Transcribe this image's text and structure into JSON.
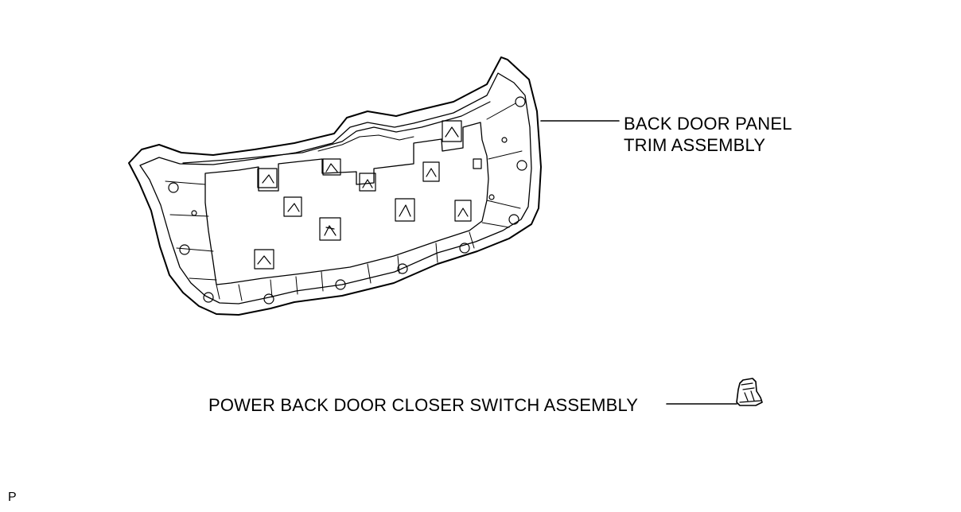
{
  "labels": {
    "back_door_panel_trim_line1": "BACK DOOR PANEL",
    "back_door_panel_trim_line2": "TRIM ASSEMBLY",
    "power_back_door_closer_switch": "POWER BACK DOOR CLOSER SWITCH ASSEMBLY",
    "illustration_code": "P"
  },
  "colors": {
    "line": "#000000",
    "background": "#ffffff"
  }
}
